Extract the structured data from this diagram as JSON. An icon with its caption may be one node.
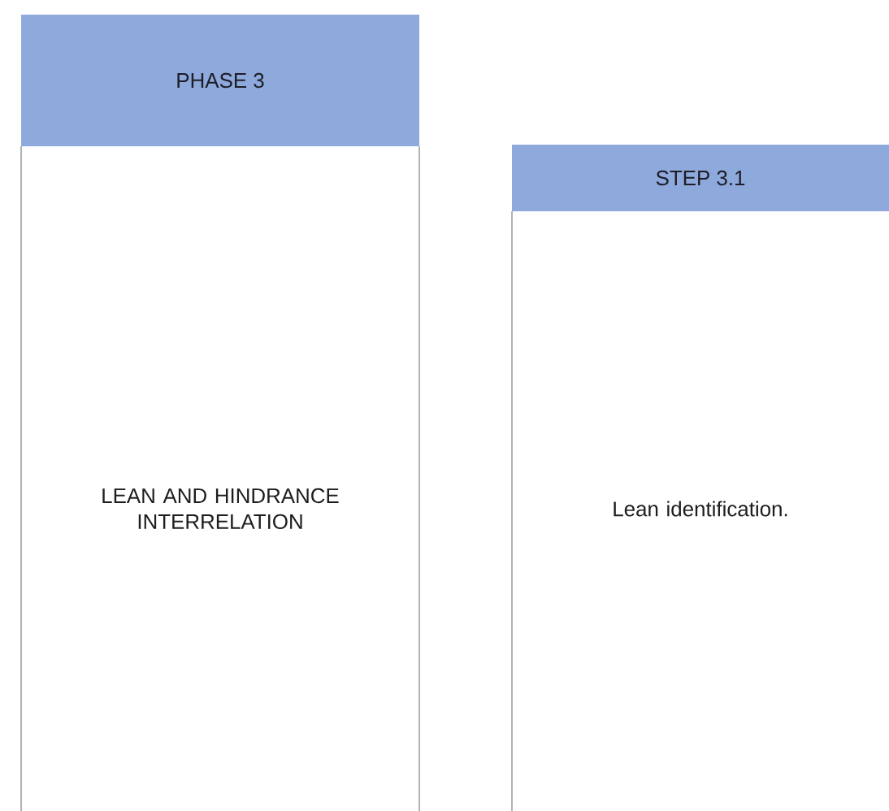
{
  "diagram": {
    "nodes": [
      {
        "text": [
          "PHASE 3",
          "LEAN AND HINDRANCE INTERRELATION"
        ]
      },
      {
        "text": [
          "STEP 3.1",
          "Lean identification."
        ]
      }
    ]
  }
}
